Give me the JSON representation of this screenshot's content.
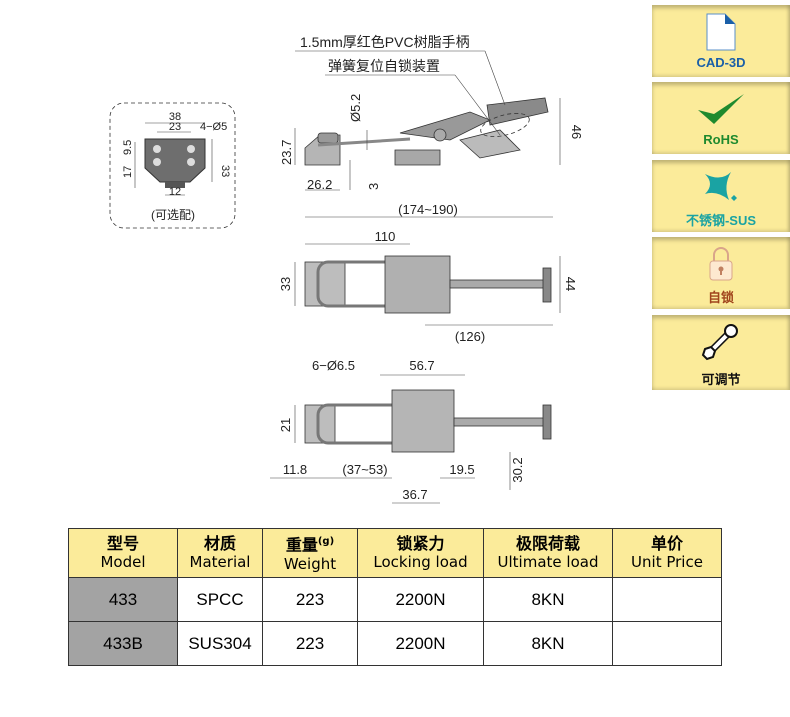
{
  "annotations": {
    "handle_note": "1.5mm厚红色PVC树脂手柄",
    "spring_note": "弹簧复位自锁装置",
    "optional_note": "(可选配)"
  },
  "dimensions": {
    "inset": {
      "w38": "38",
      "w23": "23",
      "holes": "4−Ø5",
      "h9_5": "9.5",
      "h17": "17",
      "h33": "33",
      "w12": "12"
    },
    "side": {
      "rod_dia": "Ø5.2",
      "h23_7": "23.7",
      "w26_2": "26.2",
      "h3": "3",
      "h46": "46"
    },
    "top": {
      "w174_190": "(174~190)",
      "w110": "110",
      "h33": "33",
      "h44": "44",
      "w126": "(126)"
    },
    "base": {
      "holes": "6−Ø6.5",
      "w56_7": "56.7",
      "h21": "21",
      "w11_8": "11.8",
      "w37_53": "(37~53)",
      "w19_5": "19.5",
      "h30_2": "30.2",
      "w36_7": "36.7"
    }
  },
  "badges": [
    {
      "label": "CAD-3D",
      "icon": "document-icon",
      "color": "#1a5fa8"
    },
    {
      "label": "RoHS",
      "icon": "checkmark-icon",
      "color": "#1e8a2e"
    },
    {
      "label": "不锈钢-SUS",
      "icon": "sparkle-icon",
      "color": "#1aa3a3"
    },
    {
      "label": "自锁",
      "icon": "padlock-icon",
      "color": "#a0441c"
    },
    {
      "label": "可调节",
      "icon": "wrench-icon",
      "color": "#111111"
    }
  ],
  "table": {
    "headers": [
      {
        "cn": "型号",
        "en": "Model"
      },
      {
        "cn": "材质",
        "en": "Material"
      },
      {
        "cn": "重量",
        "en": "Weight",
        "unit": "(g)"
      },
      {
        "cn": "锁紧力",
        "en": "Locking load"
      },
      {
        "cn": "极限荷载",
        "en": "Ultimate load"
      },
      {
        "cn": "单价",
        "en": "Unit Price"
      }
    ],
    "rows": [
      {
        "model": "433",
        "material": "SPCC",
        "weight": "223",
        "locking": "2200N",
        "ultimate": "8KN",
        "price": ""
      },
      {
        "model": "433B",
        "material": "SUS304",
        "weight": "223",
        "locking": "2200N",
        "ultimate": "8KN",
        "price": ""
      }
    ]
  }
}
